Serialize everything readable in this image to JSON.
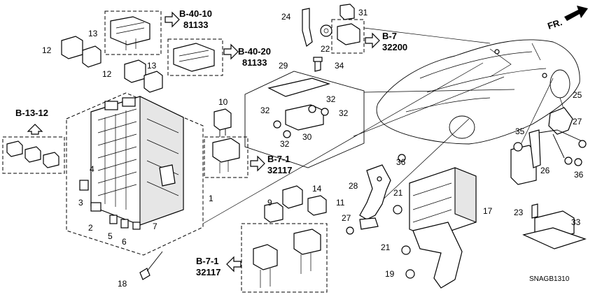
{
  "callouts": [
    {
      "id": "c1",
      "text": "1"
    },
    {
      "id": "c2",
      "text": "2"
    },
    {
      "id": "c3",
      "text": "3"
    },
    {
      "id": "c4",
      "text": "4"
    },
    {
      "id": "c5",
      "text": "5"
    },
    {
      "id": "c6",
      "text": "6"
    },
    {
      "id": "c7",
      "text": "7"
    },
    {
      "id": "c9",
      "text": "9"
    },
    {
      "id": "c10",
      "text": "10"
    },
    {
      "id": "c11",
      "text": "11"
    },
    {
      "id": "c12a",
      "text": "12"
    },
    {
      "id": "c12b",
      "text": "12"
    },
    {
      "id": "c13a",
      "text": "13"
    },
    {
      "id": "c13b",
      "text": "13"
    },
    {
      "id": "c14",
      "text": "14"
    },
    {
      "id": "c17",
      "text": "17"
    },
    {
      "id": "c18",
      "text": "18"
    },
    {
      "id": "c19",
      "text": "19"
    },
    {
      "id": "c21a",
      "text": "21"
    },
    {
      "id": "c21b",
      "text": "21"
    },
    {
      "id": "c22",
      "text": "22"
    },
    {
      "id": "c23",
      "text": "23"
    },
    {
      "id": "c24",
      "text": "24"
    },
    {
      "id": "c25",
      "text": "25"
    },
    {
      "id": "c26",
      "text": "26"
    },
    {
      "id": "c27a",
      "text": "27"
    },
    {
      "id": "c27b",
      "text": "27"
    },
    {
      "id": "c28",
      "text": "28"
    },
    {
      "id": "c29",
      "text": "29"
    },
    {
      "id": "c30",
      "text": "30"
    },
    {
      "id": "c31",
      "text": "31"
    },
    {
      "id": "c32a",
      "text": "32"
    },
    {
      "id": "c32b",
      "text": "32"
    },
    {
      "id": "c32c",
      "text": "32"
    },
    {
      "id": "c32d",
      "text": "32"
    },
    {
      "id": "c33",
      "text": "33"
    },
    {
      "id": "c34",
      "text": "34"
    },
    {
      "id": "c35",
      "text": "35"
    },
    {
      "id": "c36a",
      "text": "36"
    },
    {
      "id": "c36b",
      "text": "36"
    }
  ],
  "references": [
    {
      "id": "r1",
      "code": "B-40-10",
      "part": "81133"
    },
    {
      "id": "r2",
      "code": "B-40-20",
      "part": "81133"
    },
    {
      "id": "r3",
      "code": "B-7",
      "part": "32200"
    },
    {
      "id": "r4",
      "code": "B-13-12",
      "part": ""
    },
    {
      "id": "r5",
      "code": "B-7-1",
      "part": "32117"
    },
    {
      "id": "r6",
      "code": "B-7-1",
      "part": "32117"
    }
  ],
  "front_marker": "FR.",
  "diagram_code": "SNAGB1310",
  "icons": [
    "front-direction-arrow-icon",
    "reference-arrow-icon"
  ]
}
